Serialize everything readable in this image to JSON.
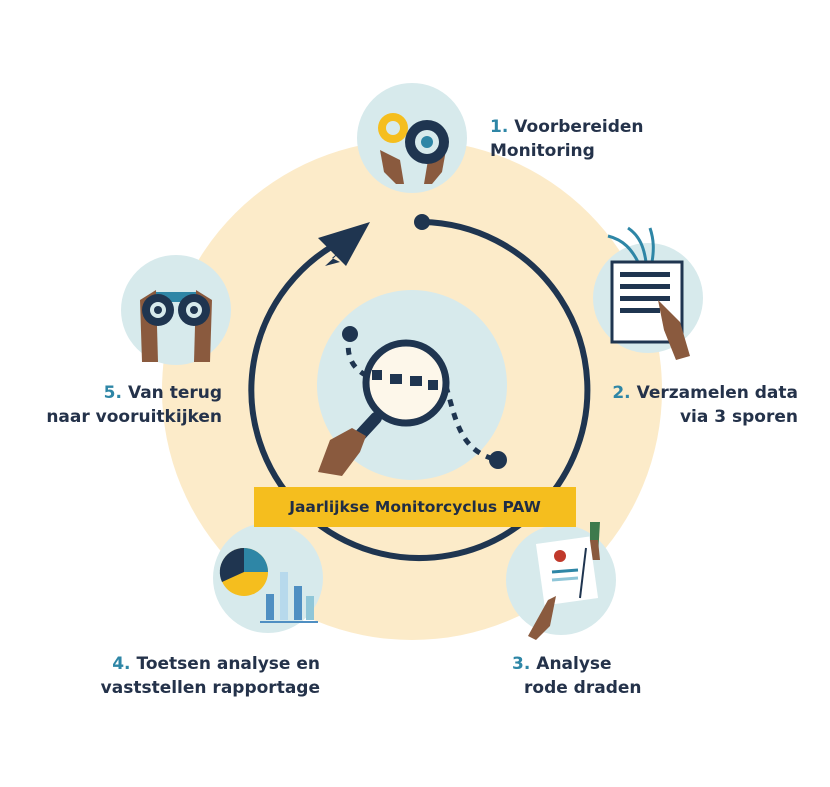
{
  "title": "Jaarlijkse Monitorcyclus PAW",
  "colors": {
    "background_disc": "#fcebc9",
    "icon_circle": "#d7eaec",
    "navy": "#1f3550",
    "teal_number": "#2e86a6",
    "banner_yellow": "#f5be1e",
    "skin": "#8a5a3e"
  },
  "steps": [
    {
      "number": "1.",
      "lines": [
        "Voorbereiden",
        "Monitoring"
      ],
      "icon": "gears-icon"
    },
    {
      "number": "2.",
      "lines": [
        "Verzamelen data",
        "via 3 sporen"
      ],
      "icon": "document-icon"
    },
    {
      "number": "3.",
      "lines": [
        "Analyse",
        "rode draden"
      ],
      "icon": "report-info-icon"
    },
    {
      "number": "4.",
      "lines": [
        "Toetsen analyse en",
        "vaststellen rapportage"
      ],
      "icon": "charts-icon"
    },
    {
      "number": "5.",
      "lines": [
        "Van terug",
        "naar vooruitkijken"
      ],
      "icon": "binoculars-icon"
    }
  ],
  "center_icon": "magnifier-icon"
}
